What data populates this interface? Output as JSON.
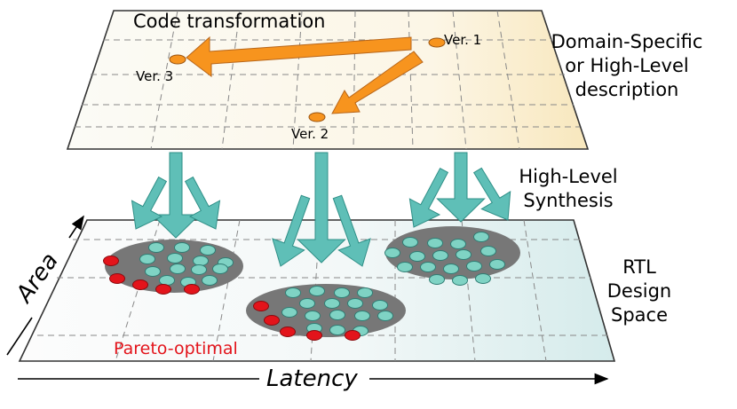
{
  "top_plane": {
    "title": "Code transformation",
    "versions": [
      "Ver. 1",
      "Ver. 2",
      "Ver. 3"
    ]
  },
  "right_labels": {
    "description_lines": [
      "Domain-Specific",
      "or High-Level",
      "description"
    ],
    "synthesis_lines": [
      "High-Level",
      "Synthesis"
    ],
    "design_space_lines": [
      "RTL",
      "Design",
      "Space"
    ]
  },
  "bottom_plane": {
    "pareto_label": "Pareto-optimal"
  },
  "axes": {
    "x_label": "Latency",
    "y_label": "Area"
  },
  "colors": {
    "orange": "#f7941e",
    "teal_arrow": "#5fbfb7",
    "cluster": "#777777",
    "design_point": "#7fd3c4",
    "pareto_point": "#e3141b",
    "pareto_text": "#e3141b"
  }
}
